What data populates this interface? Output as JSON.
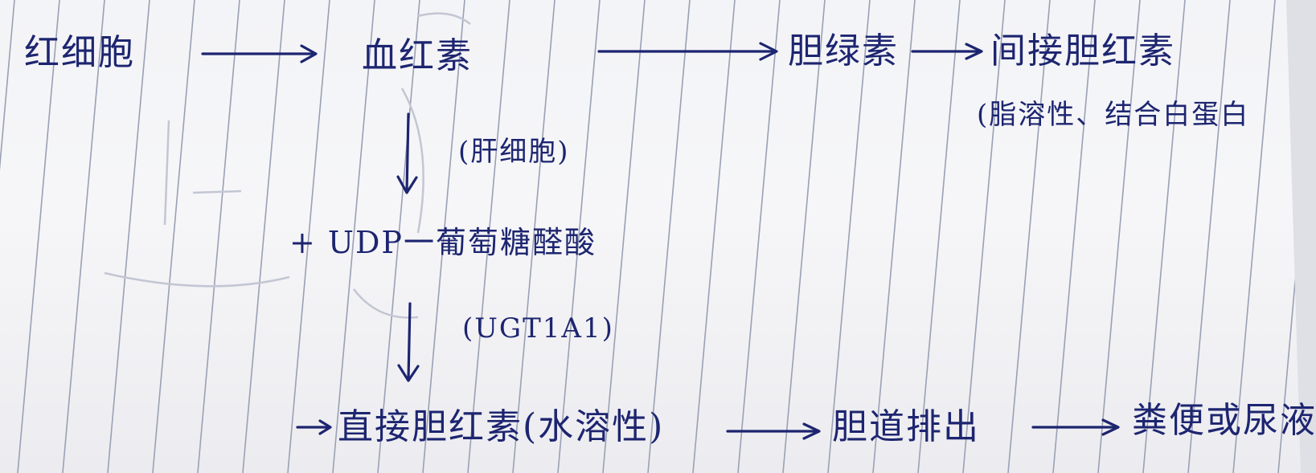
{
  "colors": {
    "paper": "#f5f5f7",
    "ruled_line": "#9aa0b4",
    "ink": "#1d2570",
    "ghost_ink": "#b9bccb"
  },
  "nodes": {
    "red_blood_cell": "红细胞",
    "hemoglobin": "血红素",
    "biliverdin": "胆绿素",
    "indirect_bilirubin": "间接胆红素",
    "indirect_note": "(脂溶性、结合白蛋白",
    "liver_cell_note": "(肝细胞)",
    "udp_glucuronic": "+ UDP一葡萄糖醛酸",
    "enzyme_note": "(UGT1A1)",
    "direct_bilirubin": "直接胆红素(水溶性)",
    "bile_excretion": "胆道排出",
    "feces_urine": "粪便或尿液"
  }
}
